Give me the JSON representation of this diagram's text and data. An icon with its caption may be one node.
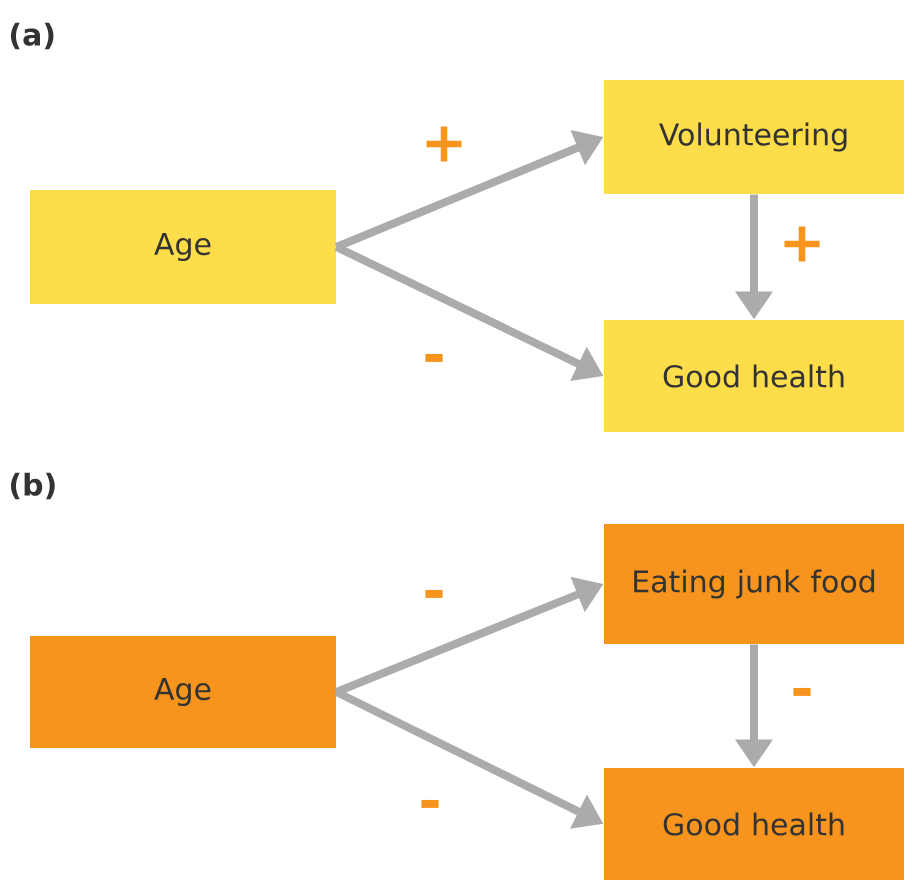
{
  "diagram": {
    "nodes": [
      {
        "text": [
          "Age"
        ]
      },
      {
        "text": [
          "Volunteering"
        ]
      },
      {
        "text": [
          "Good health"
        ]
      },
      {
        "text": [
          "Age"
        ]
      },
      {
        "text": [
          "Eating junk food"
        ]
      },
      {
        "text": [
          "Good health"
        ]
      }
    ],
    "edges": [
      {
        "from": 0,
        "to": 1,
        "arrow": "to",
        "label": "+"
      },
      {
        "from": 0,
        "to": 2,
        "arrow": "to",
        "label": "-"
      },
      {
        "from": 1,
        "to": 2,
        "arrow": "to",
        "label": "+"
      },
      {
        "from": 3,
        "to": 4,
        "arrow": "to",
        "label": "-"
      },
      {
        "from": 3,
        "to": 5,
        "arrow": "to",
        "label": "-"
      },
      {
        "from": 4,
        "to": 5,
        "arrow": "to",
        "label": "-"
      }
    ],
    "labels": [
      "(a)",
      "(b)"
    ]
  }
}
